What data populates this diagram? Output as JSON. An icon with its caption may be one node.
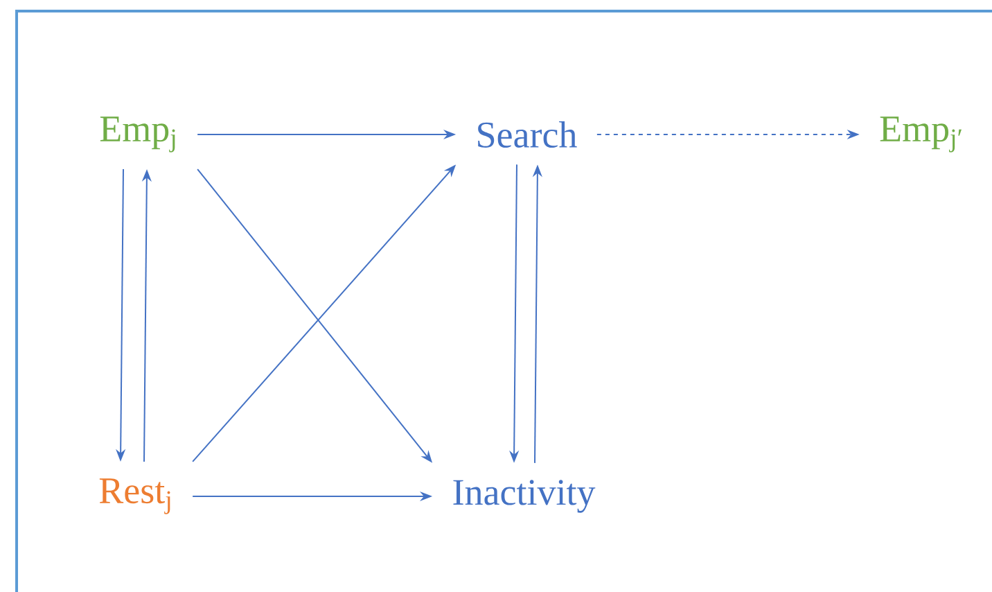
{
  "diagram": {
    "nodes": [
      {
        "text": [
          "Emp$_{j}$"
        ]
      },
      {
        "text": [
          "Search"
        ]
      },
      {
        "text": [
          "Emp$_{j′}$"
        ]
      },
      {
        "text": [
          "Rest$_{j}$"
        ]
      },
      {
        "text": [
          "Inactivity"
        ]
      }
    ],
    "edges": [
      {
        "from": 0,
        "to": 1,
        "arrow": "to"
      },
      {
        "from": 1,
        "to": 2,
        "arrow": "to",
        "style": "dashed"
      },
      {
        "from": 0,
        "to": 3,
        "arrow": "to"
      },
      {
        "from": 3,
        "to": 0,
        "arrow": "to"
      },
      {
        "from": 0,
        "to": 4,
        "arrow": "to"
      },
      {
        "from": 3,
        "to": 1,
        "arrow": "to"
      },
      {
        "from": 1,
        "to": 4,
        "arrow": "to"
      },
      {
        "from": 4,
        "to": 1,
        "arrow": "to"
      },
      {
        "from": 3,
        "to": 4,
        "arrow": "to"
      }
    ]
  }
}
